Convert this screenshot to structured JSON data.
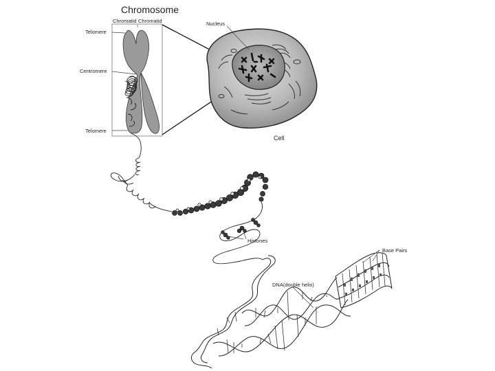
{
  "diagram": {
    "title": "Chromosome",
    "labels": {
      "chromatid_left": "Chromatid",
      "chromatid_right": "Chromatid",
      "telomere_top": "Telomere",
      "centromere": "Centromere",
      "telomere_bottom": "Telomere",
      "nucleus": "Nucleus",
      "cell": "Cell",
      "histones": "Histones",
      "base_pairs": "Base Pairs",
      "dna": "DNA(double helix)"
    }
  },
  "colors": {
    "ink": "#1a1a1a",
    "chromosome_fill": "#9a9a9a",
    "cell_fill": "#b5b5b5",
    "nucleus_fill": "#8f8f8f",
    "background": "#ffffff"
  }
}
